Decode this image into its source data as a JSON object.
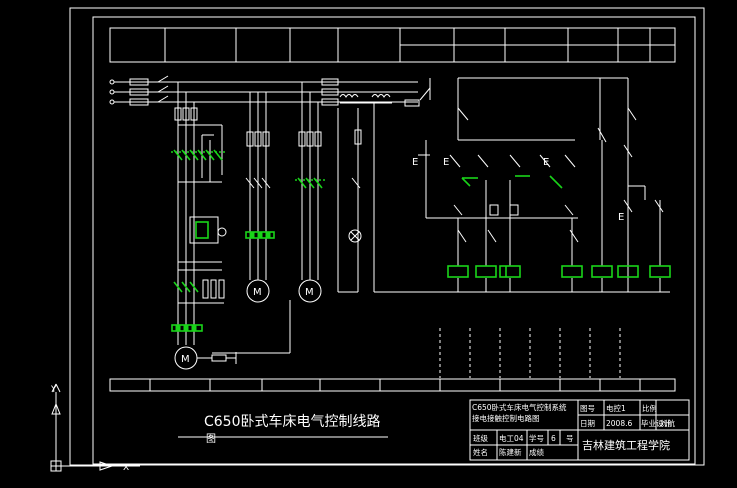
{
  "drawing": {
    "title": "C650卧式车床电气控制线路",
    "subtitle": "图"
  },
  "title_block": {
    "drawing_name_line1": "C650卧式车床电气控制系统",
    "drawing_name_line2": "接电接触控制电路图",
    "label_drawing_no": "图号",
    "value_drawing_no": "电控1",
    "label_scale": "比例",
    "label_date": "日期",
    "value_date": "2008.6",
    "value_small": "毕业设计",
    "value_name": "刘航",
    "label_class": "班级",
    "value_class": "电工04",
    "label_student_no": "学号",
    "value_student_no": "6",
    "label_number": "号",
    "label_name": "姓名",
    "value_student_name": "陈建新",
    "label_grade": "成绩",
    "institution": "吉林建筑工程学院"
  },
  "colors": {
    "background": "#000000",
    "lines": "#ffffff",
    "components": "#19d419"
  }
}
